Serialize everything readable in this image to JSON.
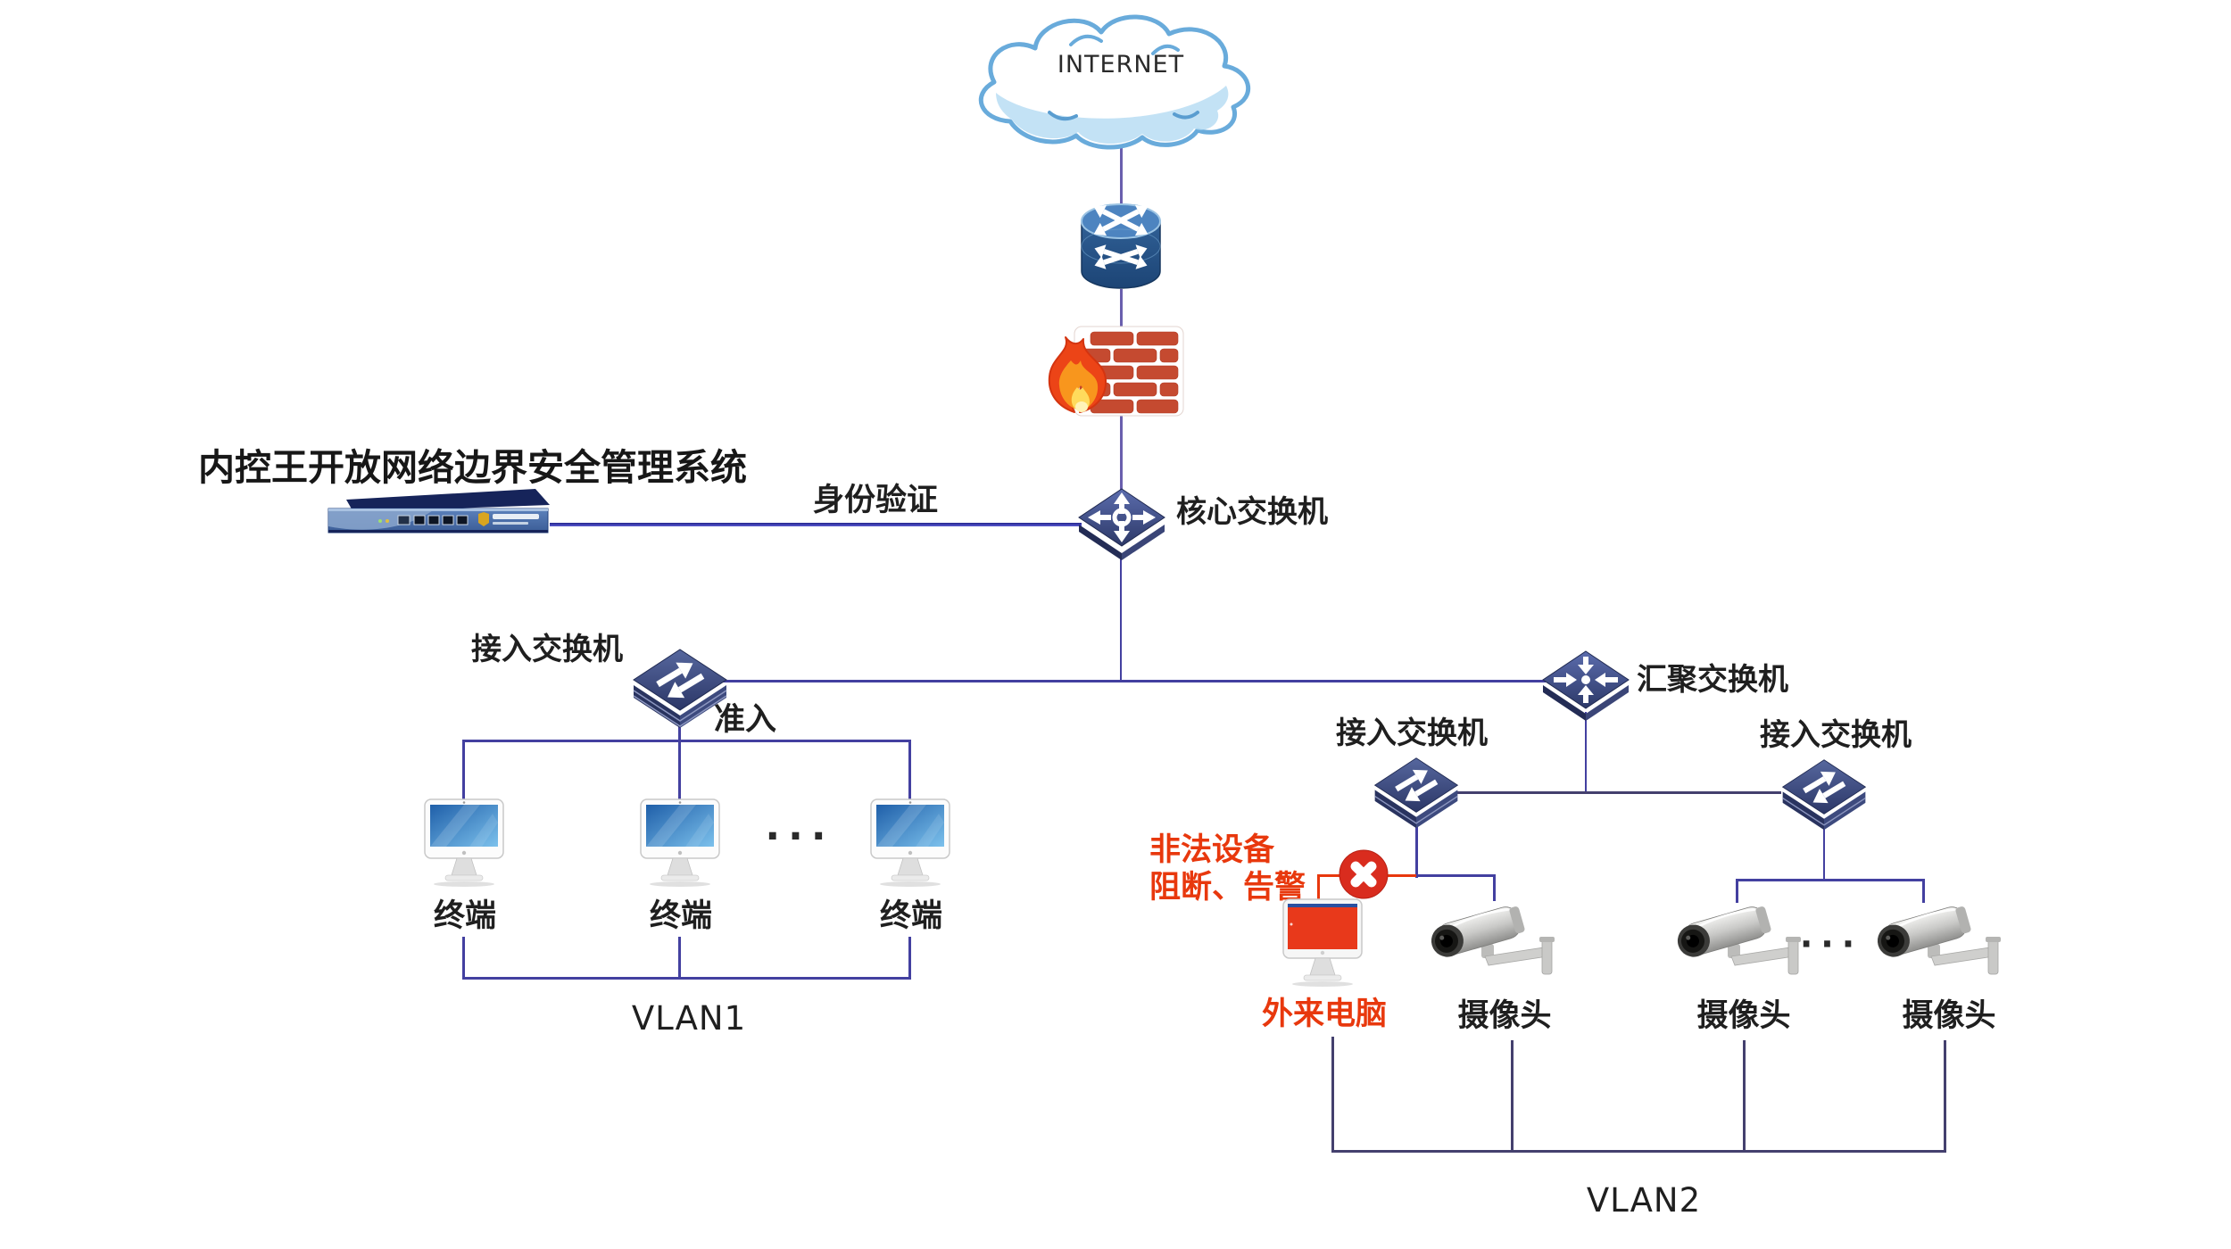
{
  "diagram": {
    "internet_label": "INTERNET",
    "management_system_title": "内控王开放网络边界安全管理系统",
    "auth_link_label": "身份验证",
    "core_switch_label": "核心交换机",
    "access_switch_left_label": "接入交换机",
    "admission_label": "准入",
    "aggregation_switch_label": "汇聚交换机",
    "access_switch_right1_label": "接入交换机",
    "access_switch_right2_label": "接入交换机",
    "terminal1_label": "终端",
    "terminal2_label": "终端",
    "terminal3_label": "终端",
    "terminals_ellipsis": "···",
    "vlan1_label": "VLAN1",
    "illegal_device_line1": "非法设备",
    "illegal_device_line2": "阻断、告警",
    "foreign_pc_label": "外来电脑",
    "camera1_label": "摄像头",
    "camera2_label": "摄像头",
    "camera3_label": "摄像头",
    "cameras_ellipsis": "···",
    "vlan2_label": "VLAN2",
    "colors": {
      "link_blue": "#4340a0",
      "link_dark": "#44406e",
      "alert_red": "#e8380d",
      "brick_red": "#c54a30",
      "cloud_stroke": "#69abdb",
      "switch_navy": "#394a8c"
    }
  }
}
